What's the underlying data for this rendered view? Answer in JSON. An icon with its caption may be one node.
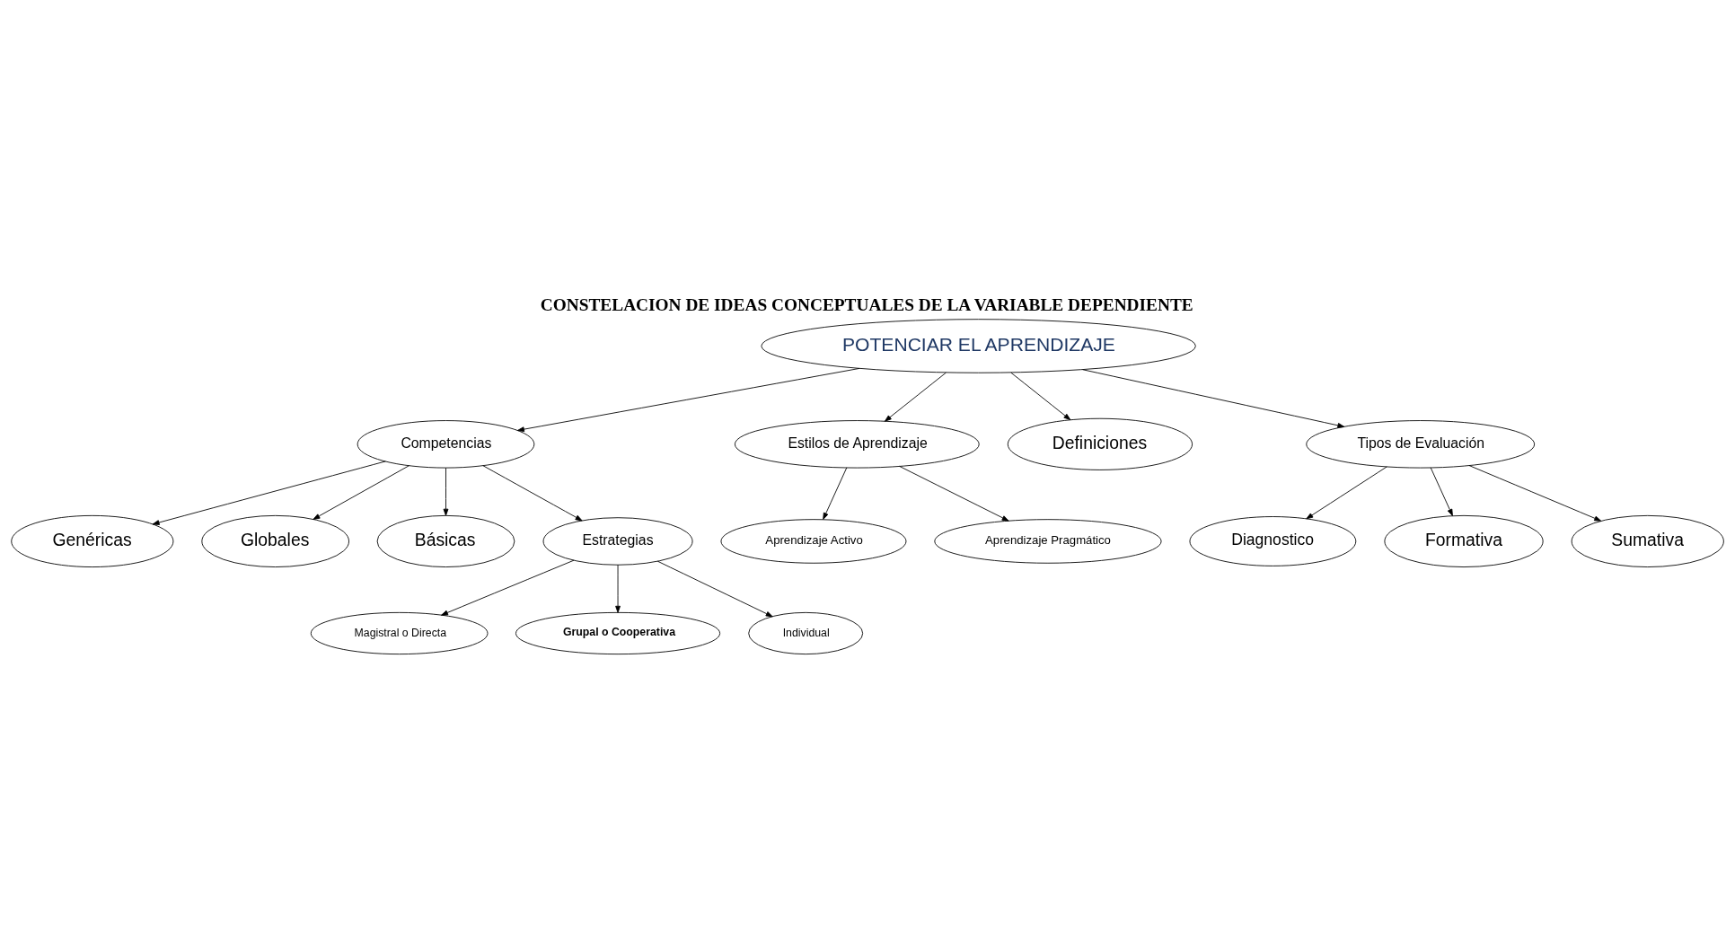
{
  "diagram": {
    "title": "CONSTELACION DE IDEAS CONCEPTUALES DE LA VARIABLE DEPENDIENTE",
    "nodes": [
      {
        "text": [
          "POTENCIAR EL APRENDIZAJE"
        ]
      },
      {
        "text": [
          "Competencias"
        ]
      },
      {
        "text": [
          "Genéricas"
        ]
      },
      {
        "text": [
          "Globales"
        ]
      },
      {
        "text": [
          "Básicas"
        ]
      },
      {
        "text": [
          "Estrategias"
        ]
      },
      {
        "text": [
          "Magistral o Directa"
        ]
      },
      {
        "text": [
          "Grupal o Cooperativa"
        ]
      },
      {
        "text": [
          "Individual"
        ]
      },
      {
        "text": [
          "Estilos de Aprendizaje"
        ]
      },
      {
        "text": [
          "Aprendizaje Activo"
        ]
      },
      {
        "text": [
          "Aprendizaje Pragmático"
        ]
      },
      {
        "text": [
          "Definiciones"
        ]
      },
      {
        "text": [
          "Tipos de Evaluación"
        ]
      },
      {
        "text": [
          "Diagnostico"
        ]
      },
      {
        "text": [
          "Formativa"
        ]
      },
      {
        "text": [
          "Sumativa"
        ]
      }
    ],
    "edges": [
      {
        "from": 0,
        "to": 1,
        "arrow": "to"
      },
      {
        "from": 1,
        "to": 2,
        "arrow": "to"
      },
      {
        "from": 1,
        "to": 3,
        "arrow": "to"
      },
      {
        "from": 1,
        "to": 4,
        "arrow": "to"
      },
      {
        "from": 1,
        "to": 5,
        "arrow": "to"
      },
      {
        "from": 5,
        "to": 6,
        "arrow": "to"
      },
      {
        "from": 5,
        "to": 7,
        "arrow": "to"
      },
      {
        "from": 5,
        "to": 8,
        "arrow": "to"
      },
      {
        "from": 0,
        "to": 9,
        "arrow": "to"
      },
      {
        "from": 9,
        "to": 10,
        "arrow": "to"
      },
      {
        "from": 9,
        "to": 11,
        "arrow": "to"
      },
      {
        "from": 0,
        "to": 12,
        "arrow": "to"
      },
      {
        "from": 0,
        "to": 13,
        "arrow": "to"
      },
      {
        "from": 13,
        "to": 14,
        "arrow": "to"
      },
      {
        "from": 13,
        "to": 15,
        "arrow": "to"
      },
      {
        "from": 13,
        "to": 16,
        "arrow": "to"
      }
    ]
  }
}
